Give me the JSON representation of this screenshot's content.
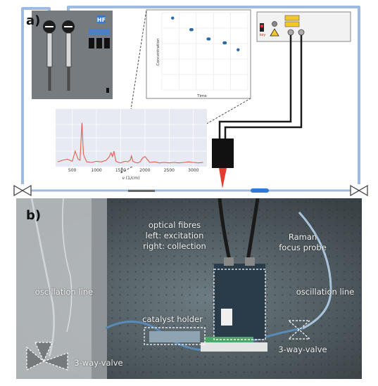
{
  "panel_a": {
    "label": "a)",
    "pump_logo_text": "HF",
    "laser_key_label": "key",
    "laser_warning_icon": "laser-warning-icon",
    "colors": {
      "tubing": "#9dbbe0",
      "probe_body": "#111111",
      "laser_beam": "#e53b2e",
      "data_point": "#2a6aa8",
      "spectrum_line": "#e06050",
      "spectrum_bg": "#e7e9f3"
    }
  },
  "inset_chart": {
    "type": "scatter",
    "xlabel": "Time",
    "ylabel": "Concentration",
    "x": [
      1,
      2.7,
      2.8,
      4.3,
      4.4,
      5.8,
      5.9,
      7.1
    ],
    "y": [
      9.3,
      7.8,
      7.8,
      6.6,
      6.6,
      6.1,
      6.1,
      5.2
    ],
    "xlim": [
      0,
      8
    ],
    "ylim": [
      0,
      10
    ],
    "grid": true
  },
  "spectrum_chart": {
    "type": "line",
    "xlabel": "ν (1/cm)",
    "x_ticks": [
      "500",
      "1000",
      "1500",
      "2000",
      "2500",
      "3000"
    ],
    "x": [
      200,
      300,
      400,
      500,
      560,
      620,
      660,
      700,
      730,
      760,
      800,
      900,
      1000,
      1100,
      1200,
      1260,
      1300,
      1330,
      1360,
      1400,
      1450,
      1500,
      1550,
      1600,
      1650,
      1700,
      1720,
      1750,
      1800,
      1850,
      1900,
      1950,
      2000,
      2100,
      2200,
      2300,
      2400,
      2500,
      2600,
      2700,
      2800,
      2900,
      3000,
      3100,
      3200
    ],
    "y": [
      0.05,
      0.08,
      0.1,
      0.06,
      0.25,
      0.1,
      0.08,
      0.78,
      0.2,
      0.12,
      0.05,
      0.04,
      0.06,
      0.05,
      0.08,
      0.14,
      0.22,
      0.15,
      0.25,
      0.06,
      0.04,
      0.03,
      0.05,
      0.06,
      0.05,
      0.09,
      0.16,
      0.06,
      0.04,
      0.03,
      0.05,
      0.12,
      0.15,
      0.04,
      0.05,
      0.03,
      0.04,
      0.03,
      0.04,
      0.03,
      0.04,
      0.05,
      0.04,
      0.03,
      0.04
    ],
    "xlim": [
      200,
      3250
    ],
    "ylim": [
      0,
      1
    ],
    "grid": true
  },
  "panel_b": {
    "label": "b)",
    "annotations": {
      "optical_fibres": [
        "optical fibres",
        "left: excitation",
        "right: collection"
      ],
      "raman_probe": [
        "Raman",
        "focus probe"
      ],
      "oscillation_left": "oscillation line",
      "oscillation_right": "oscillation line",
      "catalyst_holder": "catalyst holder",
      "valve_left": "3-way-valve",
      "valve_right": "3-way-valve"
    }
  }
}
